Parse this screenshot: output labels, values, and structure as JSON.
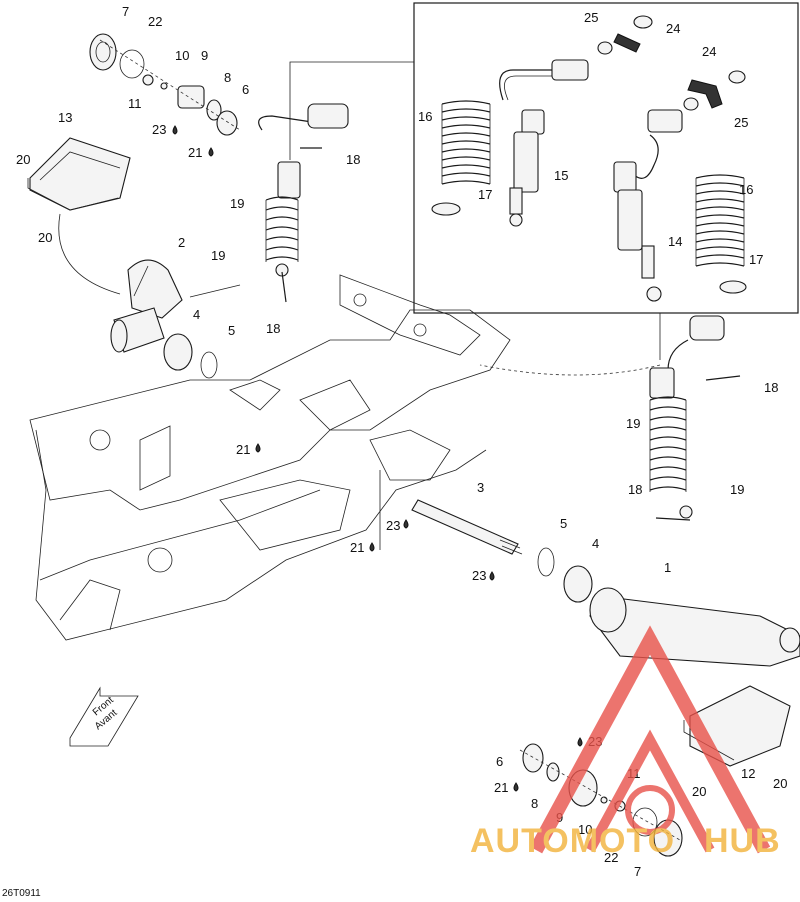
{
  "diagram_id": "26T0911",
  "front_arrow_lines": [
    "Front",
    "Avant"
  ],
  "labels": [
    {
      "id": "l7a",
      "text": "7"
    },
    {
      "id": "l22a",
      "text": "22"
    },
    {
      "id": "l10a",
      "text": "10"
    },
    {
      "id": "l9a",
      "text": "9"
    },
    {
      "id": "l11a",
      "text": "11"
    },
    {
      "id": "l8a",
      "text": "8"
    },
    {
      "id": "l6a",
      "text": "6"
    },
    {
      "id": "l23a",
      "text": "23"
    },
    {
      "id": "l21a",
      "text": "21"
    },
    {
      "id": "l13",
      "text": "13"
    },
    {
      "id": "l20a",
      "text": "20"
    },
    {
      "id": "l20b",
      "text": "20"
    },
    {
      "id": "l18a",
      "text": "18"
    },
    {
      "id": "l19a",
      "text": "19"
    },
    {
      "id": "l2",
      "text": "2"
    },
    {
      "id": "l19b",
      "text": "19"
    },
    {
      "id": "l18b",
      "text": "18"
    },
    {
      "id": "l4a",
      "text": "4"
    },
    {
      "id": "l5a",
      "text": "5"
    },
    {
      "id": "l21b",
      "text": "21"
    },
    {
      "id": "l3",
      "text": "3"
    },
    {
      "id": "l23b",
      "text": "23"
    },
    {
      "id": "l21c",
      "text": "21"
    },
    {
      "id": "l5b",
      "text": "5"
    },
    {
      "id": "l4b",
      "text": "4"
    },
    {
      "id": "l23c",
      "text": "23"
    },
    {
      "id": "l1",
      "text": "1"
    },
    {
      "id": "l18c",
      "text": "18"
    },
    {
      "id": "l19c",
      "text": "19"
    },
    {
      "id": "l18d",
      "text": "18"
    },
    {
      "id": "l19d",
      "text": "19"
    },
    {
      "id": "l25a",
      "text": "25"
    },
    {
      "id": "l24a",
      "text": "24"
    },
    {
      "id": "l16a",
      "text": "16"
    },
    {
      "id": "l15",
      "text": "15"
    },
    {
      "id": "l17a",
      "text": "17"
    },
    {
      "id": "l24b",
      "text": "24"
    },
    {
      "id": "l25b",
      "text": "25"
    },
    {
      "id": "l16b",
      "text": "16"
    },
    {
      "id": "l14",
      "text": "14"
    },
    {
      "id": "l17b",
      "text": "17"
    },
    {
      "id": "l6b",
      "text": "6"
    },
    {
      "id": "l23d",
      "text": "23"
    },
    {
      "id": "l11b",
      "text": "11"
    },
    {
      "id": "l21d",
      "text": "21"
    },
    {
      "id": "l8b",
      "text": "8"
    },
    {
      "id": "l9b",
      "text": "9"
    },
    {
      "id": "l10b",
      "text": "10"
    },
    {
      "id": "l22b",
      "text": "22"
    },
    {
      "id": "l7b",
      "text": "7"
    },
    {
      "id": "l12",
      "text": "12"
    },
    {
      "id": "l20c",
      "text": "20"
    },
    {
      "id": "l20d",
      "text": "20"
    }
  ],
  "watermark": {
    "part1": "AUTOMOTO",
    "part2": "HUB",
    "color": "#e8524a",
    "color2": "#f2b23a"
  }
}
